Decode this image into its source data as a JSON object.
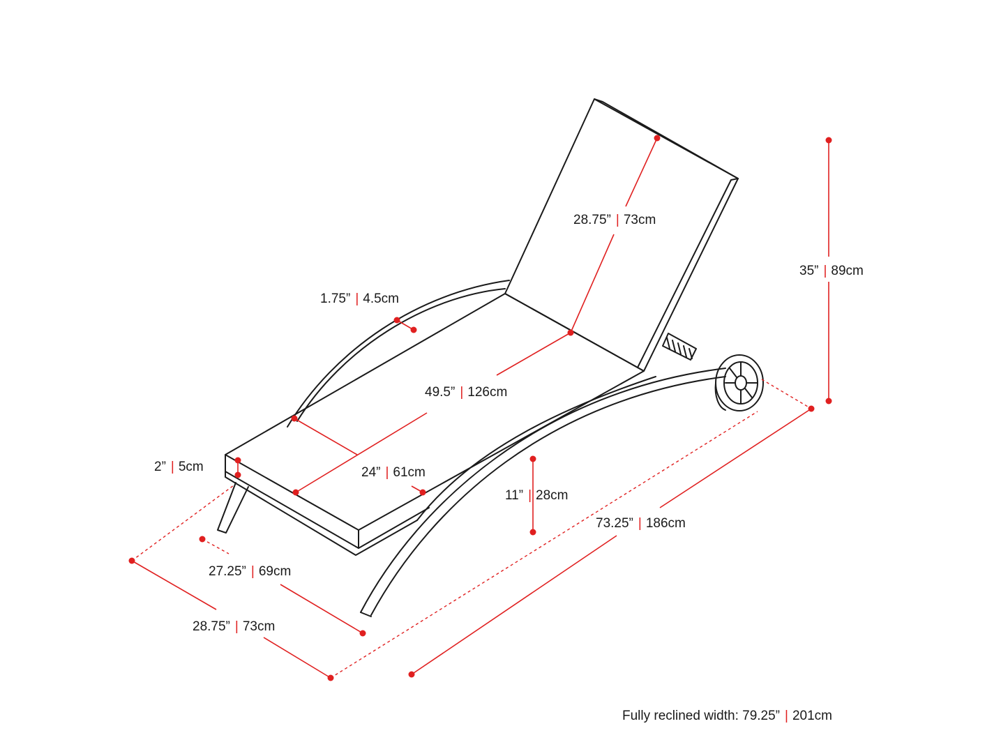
{
  "colors": {
    "accent": "#e02020",
    "ink": "#1a1a1a",
    "background": "#ffffff"
  },
  "dimensions": {
    "backrest_length": {
      "imperial": "28.75”",
      "metric": "73cm"
    },
    "overall_height": {
      "imperial": "35”",
      "metric": "89cm"
    },
    "armrest_thickness": {
      "imperial": "1.75”",
      "metric": "4.5cm"
    },
    "seat_length": {
      "imperial": "49.5”",
      "metric": "126cm"
    },
    "cushion_width": {
      "imperial": "24”",
      "metric": "61cm"
    },
    "cushion_thickness": {
      "imperial": "2”",
      "metric": "5cm"
    },
    "seat_height": {
      "imperial": "11”",
      "metric": "28cm"
    },
    "overall_length": {
      "imperial": "73.25”",
      "metric": "186cm"
    },
    "inner_width": {
      "imperial": "27.25”",
      "metric": "69cm"
    },
    "overall_width": {
      "imperial": "28.75”",
      "metric": "73cm"
    }
  },
  "note": {
    "text": "Fully reclined width: 79.25”",
    "metric": "201cm"
  },
  "separator": "|"
}
